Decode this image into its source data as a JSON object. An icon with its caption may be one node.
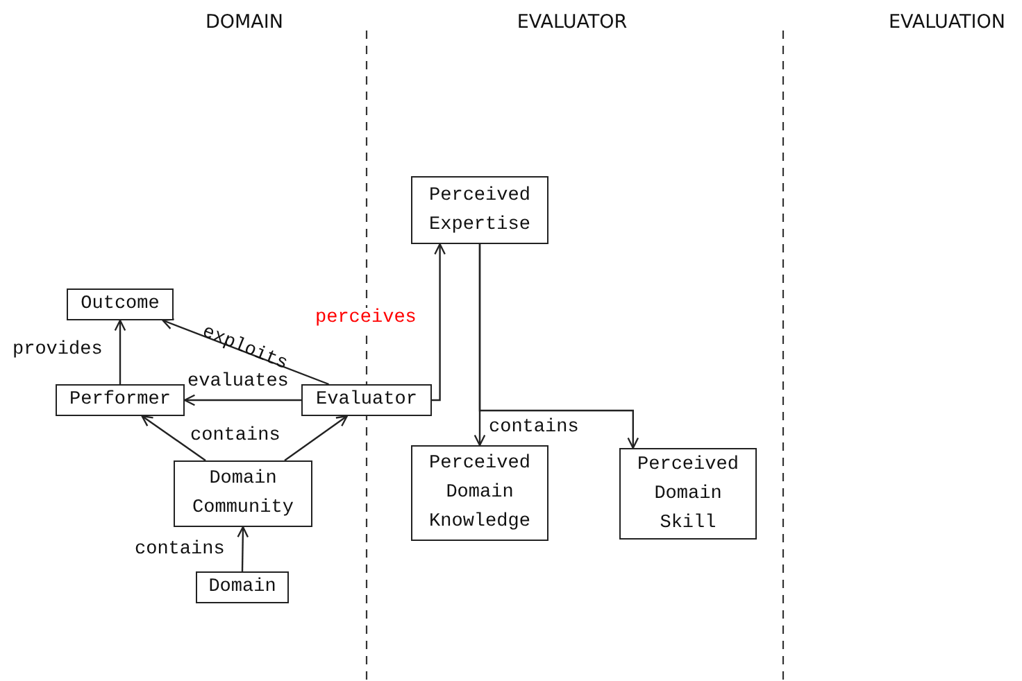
{
  "diagram": {
    "nodes": [
      {
        "text": [
          "Outcome"
        ]
      },
      {
        "text": [
          "Performer"
        ]
      },
      {
        "text": [
          "Evaluator"
        ]
      },
      {
        "text": [
          "Domain Community"
        ]
      },
      {
        "text": [
          "Domain"
        ]
      },
      {
        "text": [
          "Perceived Expertise"
        ]
      },
      {
        "text": [
          "Perceived Domain Knowledge"
        ]
      },
      {
        "text": [
          "Perceived Domain Skill"
        ]
      }
    ],
    "edges": [
      {
        "from": 1,
        "to": 0,
        "arrow": "to",
        "label": "provides"
      },
      {
        "from": 2,
        "to": 0,
        "arrow": "to",
        "label": "exploits"
      },
      {
        "from": 2,
        "to": 1,
        "arrow": "to",
        "label": "evaluates"
      },
      {
        "from": 3,
        "to": 1,
        "arrow": "to"
      },
      {
        "from": 3,
        "to": 2,
        "arrow": "to",
        "label": "contains"
      },
      {
        "from": 4,
        "to": 3,
        "arrow": "to",
        "label": "contains"
      },
      {
        "from": 2,
        "to": 5,
        "arrow": "to",
        "label": "perceives"
      },
      {
        "from": 5,
        "to": 6,
        "arrow": "to",
        "label": "contains"
      },
      {
        "from": 5,
        "to": 7,
        "arrow": "to"
      }
    ],
    "labels": [
      "DOMAIN",
      "EVALUATOR",
      "EVALUATION"
    ]
  }
}
